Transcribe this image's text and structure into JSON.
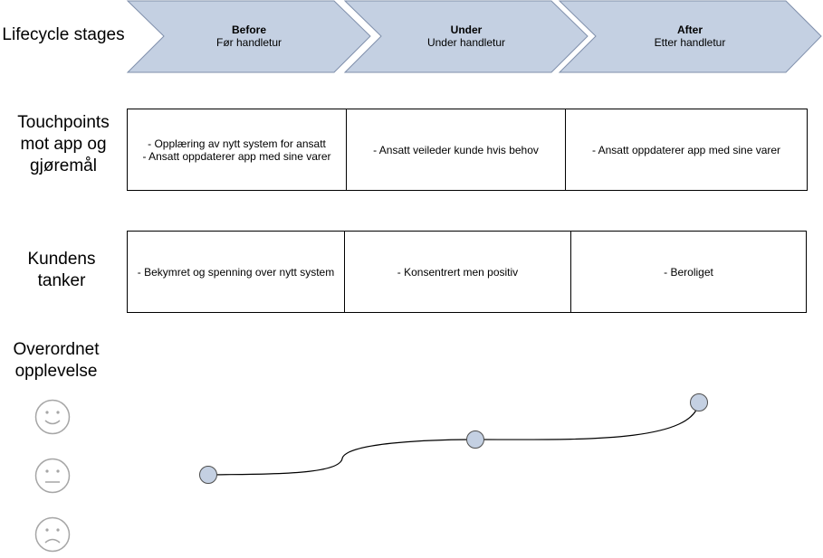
{
  "labels": {
    "lifecycle": "Lifecycle stages",
    "touchpoints": [
      "Touchpoints",
      "mot app og",
      "gjøremål"
    ],
    "thoughts": [
      "Kundens",
      "tanker"
    ],
    "experience": [
      "Overordnet",
      "opplevelse"
    ]
  },
  "stages": [
    {
      "title": "Before",
      "subtitle": "Før handletur"
    },
    {
      "title": "Under",
      "subtitle": "Under handletur"
    },
    {
      "title": "After",
      "subtitle": "Etter handletur"
    }
  ],
  "touchpoints": [
    {
      "lines": [
        "- Opplæring av nytt system for ansatt",
        "- Ansatt oppdaterer app med sine varer"
      ]
    },
    {
      "lines": [
        "- Ansatt veileder kunde hvis behov"
      ]
    },
    {
      "lines": [
        "- Ansatt oppdaterer app med sine varer"
      ]
    }
  ],
  "thoughts": [
    {
      "lines": [
        "- Bekymret og spenning over nytt system"
      ]
    },
    {
      "lines": [
        "- Konsentrert men positiv"
      ]
    },
    {
      "lines": [
        "- Beroliget"
      ]
    }
  ],
  "faces": [
    "happy-face-icon",
    "neutral-face-icon",
    "sad-face-icon"
  ],
  "experience_levels": [
    "neutral",
    "above-neutral",
    "happy"
  ],
  "colors": {
    "chevron_fill": "#c4d0e2",
    "chevron_stroke": "#7f8fab",
    "face_stroke": "#a6a6a6",
    "point_fill": "#c4d0e2"
  }
}
